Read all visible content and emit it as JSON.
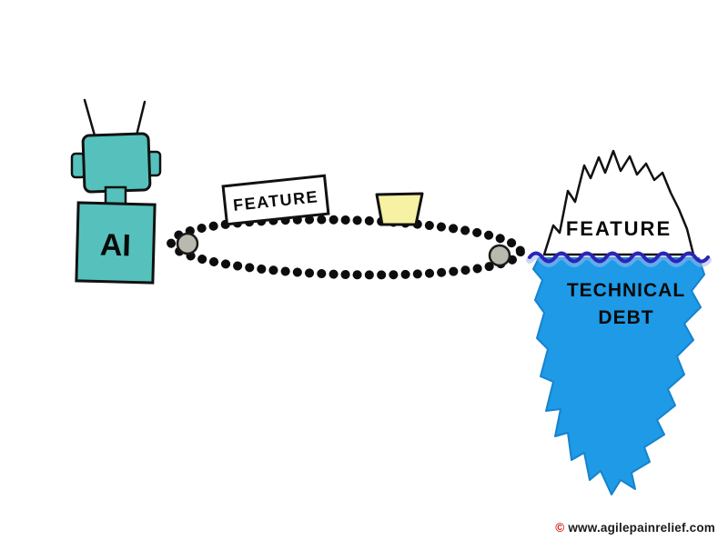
{
  "figure": {
    "robot": {
      "label": "AI"
    },
    "conveyor": {
      "sign": "FEATURE"
    },
    "iceberg": {
      "above_water_label": "FEATURE",
      "below_water_label_line1": "TECHNICAL",
      "below_water_label_line2": "DEBT"
    },
    "footer": {
      "copyright_symbol": "©",
      "website": "www.agilepainrelief.com"
    }
  },
  "colors": {
    "robot_teal": "#56C1BC",
    "crate_yellow": "#F6F1A3",
    "iceberg_blue": "#1E9AE6",
    "iceberg_blue_edge": "#1583CE",
    "waterline_navy": "#2B24B8",
    "waterline_glow": "#9DB9EE",
    "roller_gray": "#B9B9B0",
    "copyright_red": "#CC1111",
    "outline_black": "#111111"
  }
}
